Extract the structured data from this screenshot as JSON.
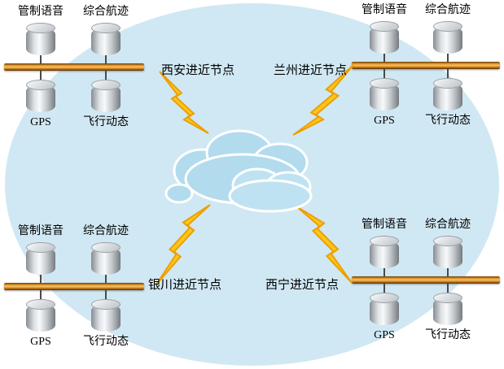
{
  "diagram": {
    "type": "network-topology",
    "colors": {
      "background_ellipse": "#d0e8f3",
      "cloud_fill": "#b2dbee",
      "cloud_front_fill": "#bfe2f2",
      "bolt_fill": "#ffc61c",
      "bolt_stroke": "#ed9f00",
      "bus_orange": "#e59a2a",
      "cylinder_light": "#f7f9fa",
      "cylinder_dark": "#878c91",
      "text": "#000000"
    },
    "icons": {
      "cloud": "network-cloud",
      "database": "database-cylinder",
      "lightning": "lightning-bolt-connector",
      "bus": "lan-bus-bar"
    },
    "nodes": [
      {
        "id": "top-left",
        "label": "西安进近节点",
        "databases": {
          "top_left": "管制语音",
          "top_right": "综合航迹",
          "bottom_left": "GPS",
          "bottom_right": "飞行动态"
        }
      },
      {
        "id": "top-right",
        "label": "兰州进近节点",
        "databases": {
          "top_left": "管制语音",
          "top_right": "综合航迹",
          "bottom_left": "GPS",
          "bottom_right": "飞行动态"
        }
      },
      {
        "id": "bottom-left",
        "label": "银川进近节点",
        "databases": {
          "top_left": "管制语音",
          "top_right": "综合航迹",
          "bottom_left": "GPS",
          "bottom_right": "飞行动态"
        }
      },
      {
        "id": "bottom-right",
        "label": "西宁进近节点",
        "databases": {
          "top_left": "管制语音",
          "top_right": "综合航迹",
          "bottom_left": "GPS",
          "bottom_right": "飞行动态"
        }
      }
    ]
  }
}
